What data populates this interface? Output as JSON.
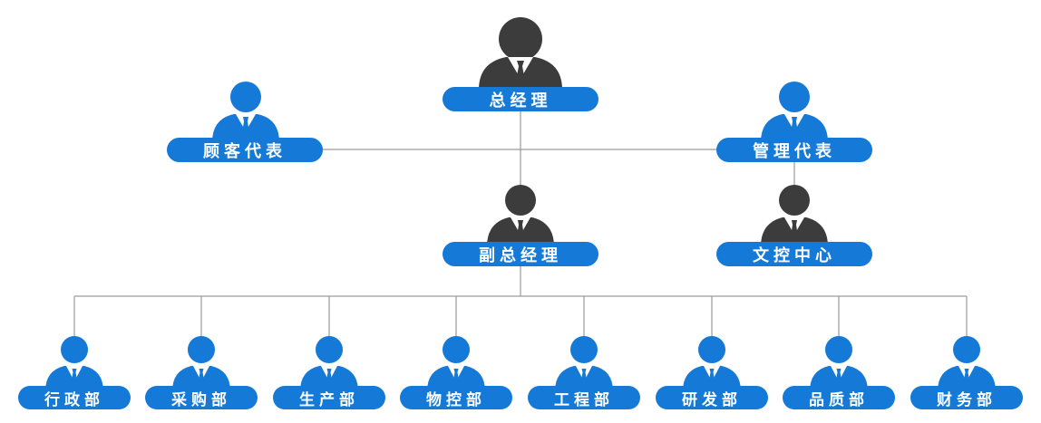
{
  "colors": {
    "blue": "#1479d7",
    "dark": "#3c3c3c",
    "line": "#9a9a9a",
    "text": "#ffffff"
  },
  "icon": "person-in-suit-icon",
  "nodes": {
    "general_manager": {
      "label": "总经理"
    },
    "customer_rep": {
      "label": "顾客代表"
    },
    "management_rep": {
      "label": "管理代表"
    },
    "deputy_gm": {
      "label": "副总经理"
    },
    "doc_control": {
      "label": "文控中心"
    },
    "departments": [
      {
        "label": "行政部"
      },
      {
        "label": "采购部"
      },
      {
        "label": "生产部"
      },
      {
        "label": "物控部"
      },
      {
        "label": "工程部"
      },
      {
        "label": "研发部"
      },
      {
        "label": "品质部"
      },
      {
        "label": "财务部"
      }
    ]
  }
}
